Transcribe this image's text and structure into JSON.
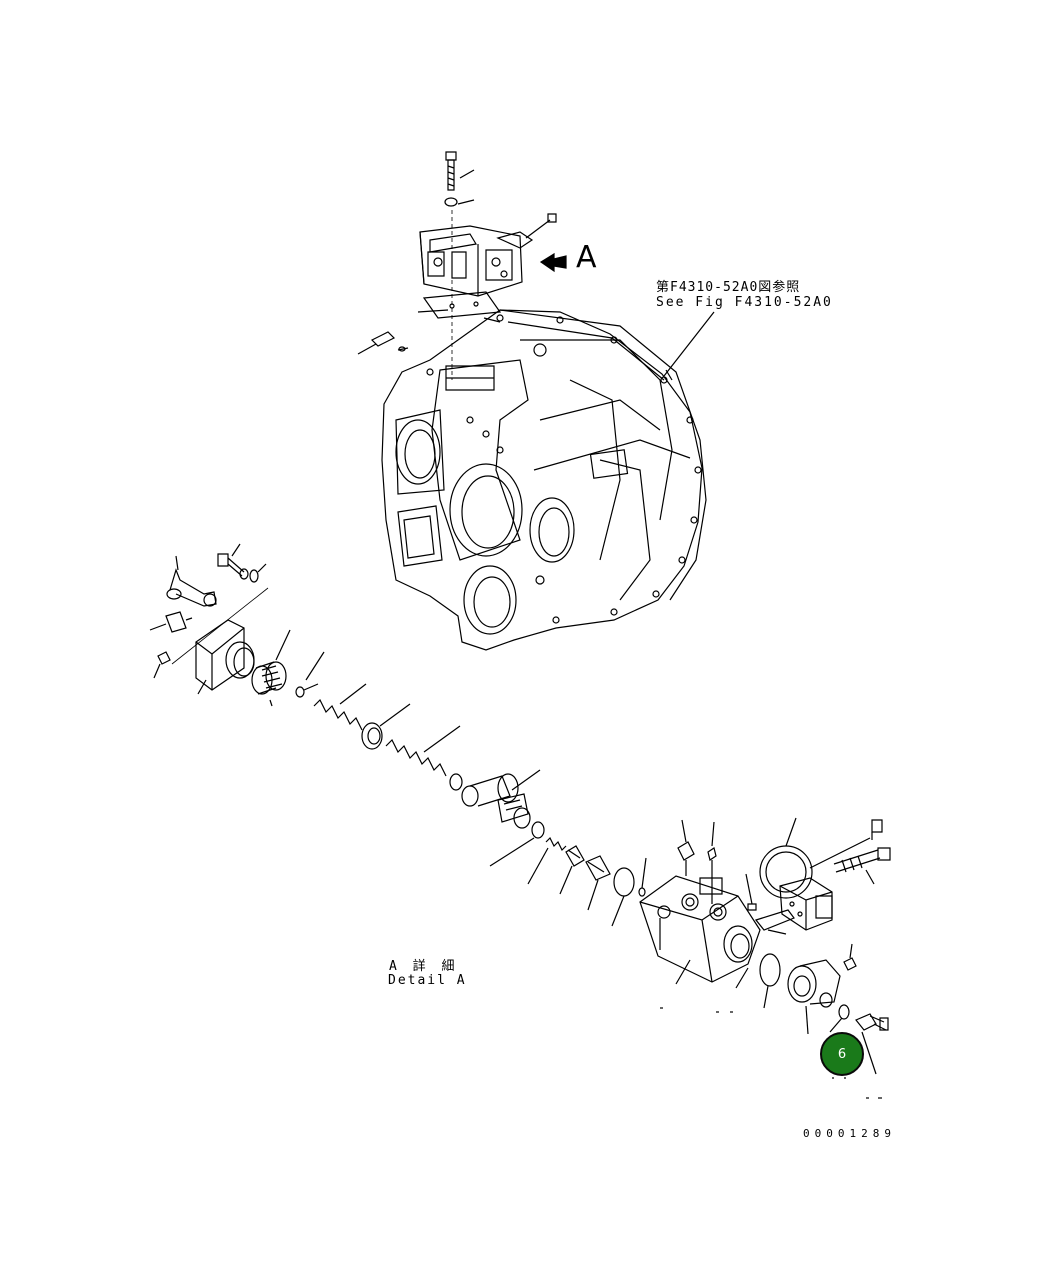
{
  "diagram": {
    "reference_note_jp": "第F4310-52A0図参照",
    "reference_note_en": "See Fig F4310-52A0",
    "view_marker": "A",
    "detail_label_jp": "A 詳 細",
    "detail_label_en": "Detail A",
    "drawing_number": "00001289",
    "highlighted_callout": "6",
    "callout_color": "#1a7a1a"
  }
}
